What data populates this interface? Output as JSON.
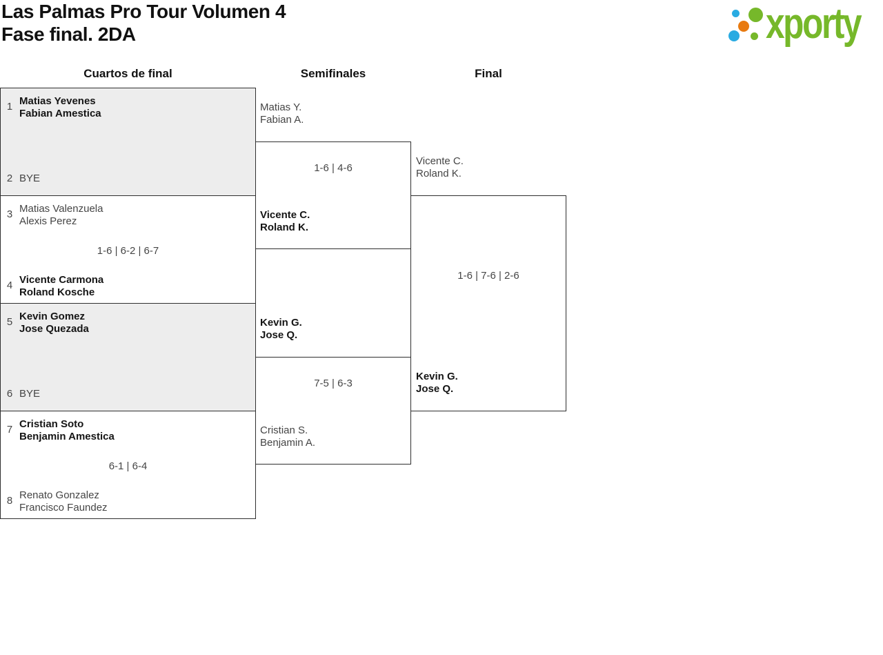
{
  "header": {
    "title": "Las Palmas Pro Tour Volumen 4",
    "subtitle": "Fase final. 2DA"
  },
  "logo": {
    "wordmark": "xporty",
    "colors": {
      "green": "#76b82a",
      "blue": "#29abe2",
      "orange": "#e87a10"
    }
  },
  "rounds": [
    {
      "label": "Cuartos de final"
    },
    {
      "label": "Semifinales"
    },
    {
      "label": "Final"
    }
  ],
  "bracket": {
    "quarterfinals": [
      {
        "score": "",
        "top": {
          "seed": "1",
          "line1": "Matias Yevenes",
          "line2": "Fabian Amestica",
          "winner": true
        },
        "bottom": {
          "seed": "2",
          "line1": "BYE",
          "line2": "",
          "winner": false
        }
      },
      {
        "score": "1-6 | 6-2 | 6-7",
        "top": {
          "seed": "3",
          "line1": "Matias Valenzuela",
          "line2": "Alexis Perez",
          "winner": false
        },
        "bottom": {
          "seed": "4",
          "line1": "Vicente Carmona",
          "line2": "Roland Kosche",
          "winner": true
        }
      },
      {
        "score": "",
        "top": {
          "seed": "5",
          "line1": "Kevin Gomez",
          "line2": "Jose Quezada",
          "winner": true
        },
        "bottom": {
          "seed": "6",
          "line1": "BYE",
          "line2": "",
          "winner": false
        }
      },
      {
        "score": "6-1 | 6-4",
        "top": {
          "seed": "7",
          "line1": "Cristian Soto",
          "line2": "Benjamin Amestica",
          "winner": true
        },
        "bottom": {
          "seed": "8",
          "line1": "Renato Gonzalez",
          "line2": "Francisco Faundez",
          "winner": false
        }
      }
    ],
    "semifinals": [
      {
        "score": "1-6 | 4-6",
        "top": {
          "line1": "Matias Y.",
          "line2": "Fabian A.",
          "winner": false
        },
        "bottom": {
          "line1": "Vicente C.",
          "line2": "Roland K.",
          "winner": true
        }
      },
      {
        "score": "7-5 | 6-3",
        "top": {
          "line1": "Kevin G.",
          "line2": "Jose Q.",
          "winner": true
        },
        "bottom": {
          "line1": "Cristian S.",
          "line2": "Benjamin A.",
          "winner": false
        }
      }
    ],
    "final": {
      "score": "1-6 | 7-6 | 2-6",
      "top": {
        "line1": "Vicente C.",
        "line2": "Roland K.",
        "winner": false
      },
      "bottom": {
        "line1": "Kevin G.",
        "line2": "Jose Q.",
        "winner": true
      }
    }
  },
  "colors": {
    "shaded_box_bg": "#ededed",
    "box_border": "#2e2e2e",
    "winner_text": "#151515",
    "loser_text": "#454545"
  }
}
